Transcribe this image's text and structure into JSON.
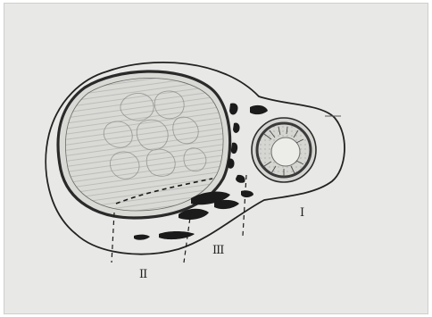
{
  "figure": {
    "labels": {
      "region_1": "I",
      "region_2": "II",
      "region_3": "III"
    },
    "colors": {
      "paper": "#e8e8e6",
      "ink": "#1e1e1e",
      "stroke_light": "#5a5a5a",
      "hatch": "#9a9a98"
    }
  }
}
